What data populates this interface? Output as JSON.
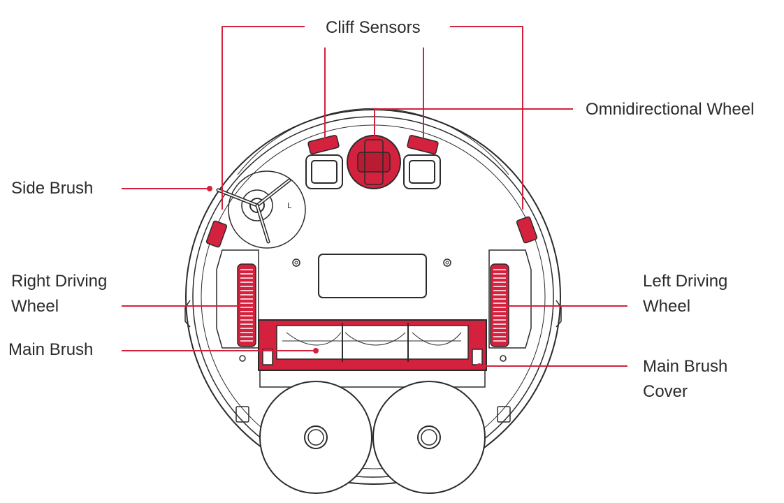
{
  "labels": {
    "cliff_sensors": "Cliff Sensors",
    "omnidirectional_wheel": "Omnidirectional Wheel",
    "side_brush": "Side Brush",
    "right_driving_wheel": [
      "Right Driving",
      "Wheel"
    ],
    "main_brush": "Main Brush",
    "left_driving_wheel": [
      "Left Driving",
      "Wheel"
    ],
    "main_brush_cover": [
      "Main Brush",
      "Cover"
    ],
    "side_brush_marker": "L"
  },
  "colors": {
    "accent": "#d4213d",
    "outline": "#2b2b2b",
    "text": "#2b2b2b",
    "background": "#ffffff"
  }
}
